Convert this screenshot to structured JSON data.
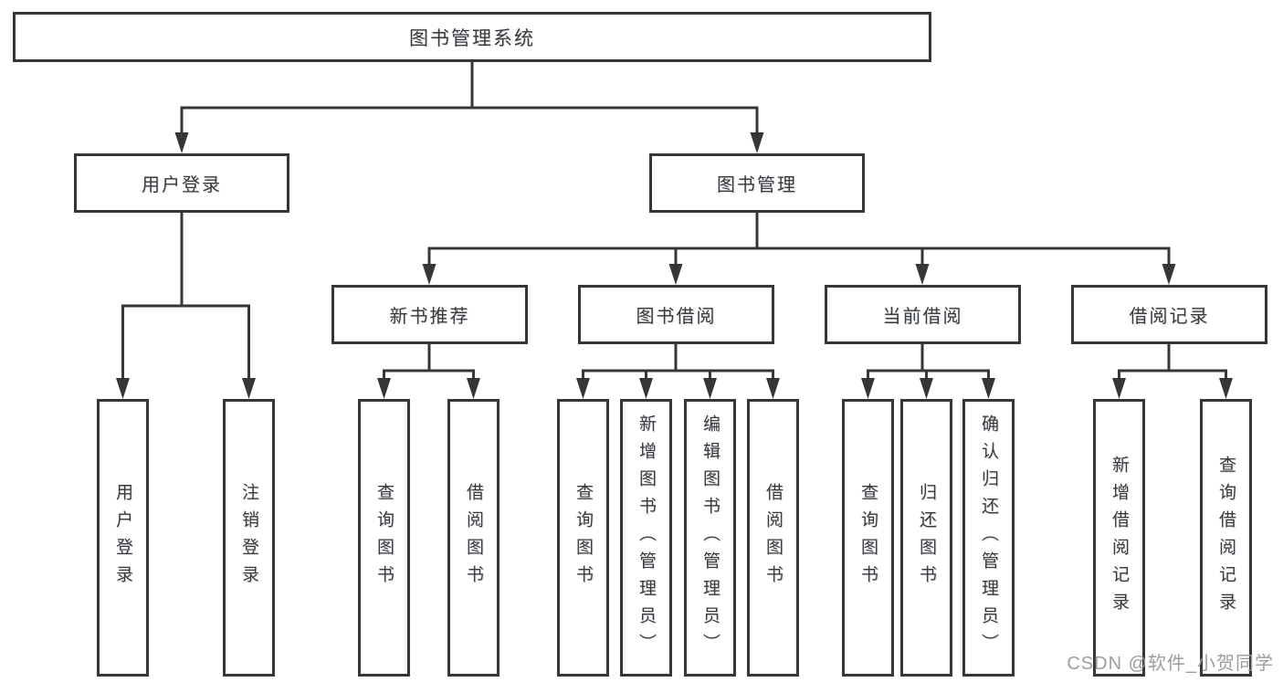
{
  "diagram": {
    "root": {
      "label": "图书管理系统"
    },
    "level2": [
      {
        "label": "用户登录"
      },
      {
        "label": "图书管理"
      }
    ],
    "level3": [
      {
        "label": "新书推荐"
      },
      {
        "label": "图书借阅"
      },
      {
        "label": "当前借阅"
      },
      {
        "label": "借阅记录"
      }
    ],
    "leaves": [
      {
        "label": "用户登录"
      },
      {
        "label": "注销登录"
      },
      {
        "label": "查询图书"
      },
      {
        "label": "借阅图书"
      },
      {
        "label": "查询图书"
      },
      {
        "label": "新增图书（管理员）"
      },
      {
        "label": "编辑图书（管理员）"
      },
      {
        "label": "借阅图书"
      },
      {
        "label": "查询图书"
      },
      {
        "label": "归还图书"
      },
      {
        "label": "确认归还（管理员）"
      },
      {
        "label": "新增借阅记录"
      },
      {
        "label": "查询借阅记录"
      }
    ]
  },
  "watermark": {
    "text": "CSDN @软件_小贺同学"
  },
  "colors": {
    "line": "#363636",
    "box_border": "#363636",
    "text": "#3a3a3a",
    "watermark": "#9d9da1",
    "background": "#ffffff"
  }
}
